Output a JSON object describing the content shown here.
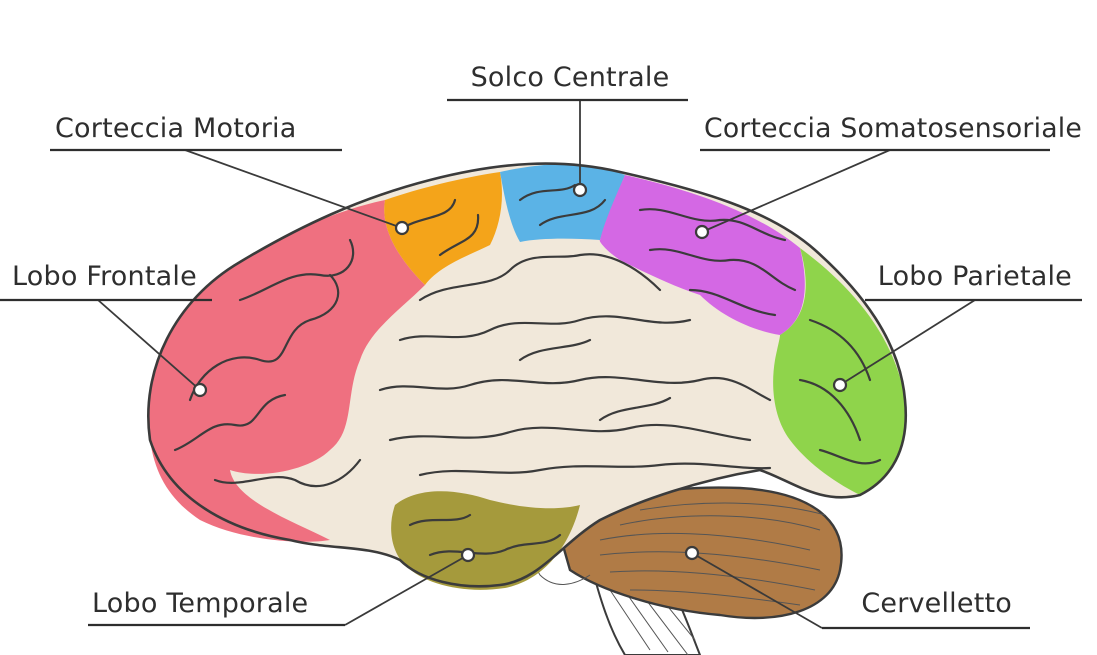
{
  "labels": {
    "central_sulcus": "Solco Centrale",
    "motor_cortex": "Corteccia Motoria",
    "somatosensory_cortex": "Corteccia Somatosensoriale",
    "frontal_lobe": "Lobo Frontale",
    "parietal_lobe": "Lobo Parietale",
    "temporal_lobe": "Lobo Temporale",
    "cerebellum": "Cervelletto"
  },
  "colors": {
    "frontal_lobe": "#ef7080",
    "motor_cortex": "#f4a41a",
    "central_sulcus": "#5bb3e6",
    "somatosensory_cortex": "#d468e4",
    "parietal_lobe": "#8fd44b",
    "temporal_lobe": "#a59a3c",
    "cerebellum": "#b07b46",
    "cortex_base": "#f1e8da",
    "outline": "#3b3b3b"
  }
}
